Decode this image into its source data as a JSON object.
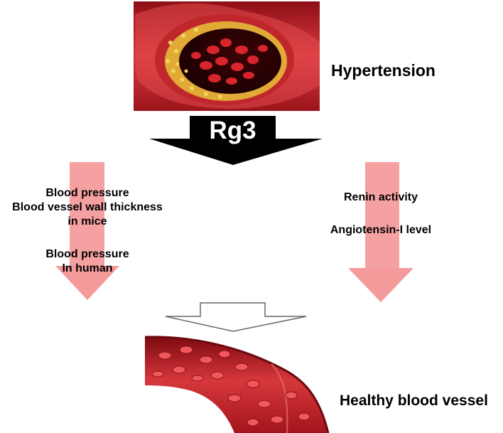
{
  "top": {
    "label": "Hypertension"
  },
  "center": {
    "label": "Rg3"
  },
  "left": {
    "lines1": [
      "Blood pressure",
      "Blood vessel wall thickness",
      "in mice"
    ],
    "lines2": [
      "Blood pressure",
      "In human"
    ]
  },
  "right": {
    "line1": "Renin activity",
    "line2": "Angiotensin-I level"
  },
  "bottom": {
    "label": "Healthy blood vessel"
  },
  "colors": {
    "pink_arrow": "#f49a9a",
    "black_arrow": "#000000",
    "vessel_red": "#c8202a",
    "plaque_yellow": "#e6c23a"
  }
}
